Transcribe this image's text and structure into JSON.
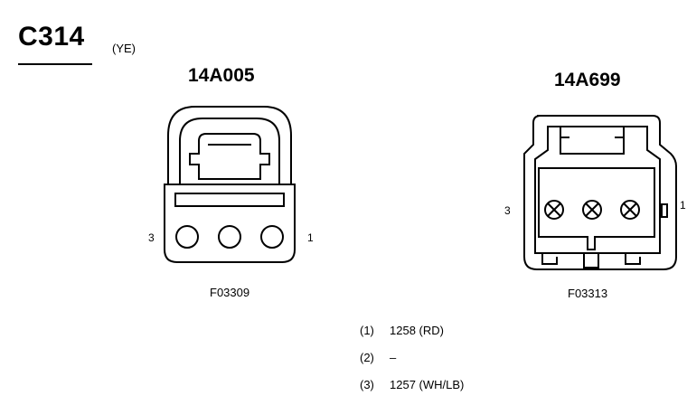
{
  "connector": {
    "id": "C314",
    "color": "(YE)"
  },
  "left_view": {
    "part_number": "14A005",
    "figure_id": "F03309",
    "pin_left_label": "3",
    "pin_right_label": "1"
  },
  "right_view": {
    "part_number": "14A699",
    "figure_id": "F03313",
    "pin_left_label": "3",
    "pin_right_label": "1"
  },
  "pinout": [
    {
      "pin": "(1)",
      "circuit": "1258 (RD)"
    },
    {
      "pin": "(2)",
      "circuit": "–"
    },
    {
      "pin": "(3)",
      "circuit": "1257 (WH/LB)"
    }
  ]
}
